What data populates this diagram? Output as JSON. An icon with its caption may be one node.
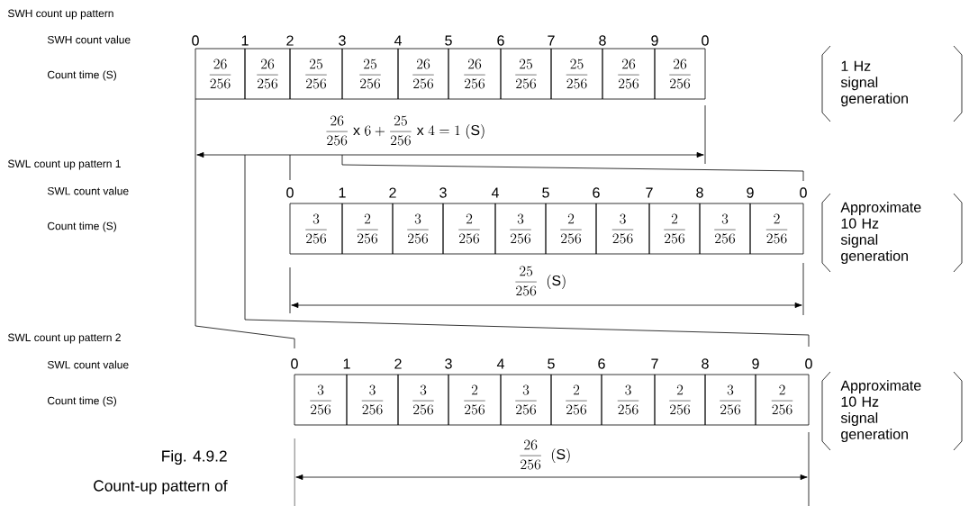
{
  "diagram": {
    "nodes": [
      {
        "text": [
          "\\frac{26}{256}"
        ]
      },
      {
        "text": [
          "\\frac{26}{256}"
        ]
      },
      {
        "text": [
          "\\frac{25}{256}"
        ]
      },
      {
        "text": [
          "\\frac{25}{256}"
        ]
      },
      {
        "text": [
          "\\frac{26}{256}"
        ]
      },
      {
        "text": [
          "\\frac{26}{256}"
        ]
      },
      {
        "text": [
          "\\frac{25}{256}"
        ]
      },
      {
        "text": [
          "\\frac{25}{256}"
        ]
      },
      {
        "text": [
          "\\frac{26}{256}"
        ]
      },
      {
        "text": [
          "\\frac{26}{256}"
        ]
      },
      {
        "text": [
          "1 Hz signal generation"
        ]
      },
      {
        "text": [
          "\\frac{3}{256}"
        ]
      },
      {
        "text": [
          "\\frac{2}{256}"
        ]
      },
      {
        "text": [
          "\\frac{3}{256}"
        ]
      },
      {
        "text": [
          "\\frac{2}{256}"
        ]
      },
      {
        "text": [
          "\\frac{3}{256}"
        ]
      },
      {
        "text": [
          "\\frac{2}{256}"
        ]
      },
      {
        "text": [
          "\\frac{3}{256}"
        ]
      },
      {
        "text": [
          "\\frac{2}{256}"
        ]
      },
      {
        "text": [
          "\\frac{3}{256}"
        ]
      },
      {
        "text": [
          "\\frac{2}{256}"
        ]
      },
      {
        "text": [
          "Approximate 10 Hz signal generation"
        ]
      },
      {
        "text": [
          "\\frac{3}{256}"
        ]
      },
      {
        "text": [
          "\\frac{3}{256}"
        ]
      },
      {
        "text": [
          "\\frac{3}{256}"
        ]
      },
      {
        "text": [
          "\\frac{2}{256}"
        ]
      },
      {
        "text": [
          "\\frac{3}{256}"
        ]
      },
      {
        "text": [
          "\\frac{2}{256}"
        ]
      },
      {
        "text": [
          "\\frac{3}{256}"
        ]
      },
      {
        "text": [
          "\\frac{2}{256}"
        ]
      },
      {
        "text": [
          "\\frac{3}{256}"
        ]
      },
      {
        "text": [
          "\\frac{2}{256}"
        ]
      },
      {
        "text": [
          "Approximate 10 Hz signal generation"
        ]
      }
    ],
    "labels": [
      "SWH count up pattern",
      "SWH count value",
      "0",
      "1",
      "2",
      "3",
      "4",
      "5",
      "6",
      "7",
      "8",
      "9",
      "0",
      "Count time (S)",
      "\\frac{26}{256}\\ \\mathrm{x}\\ 6 + \\frac{25}{256}\\ \\mathrm{x}\\ 4 = 1\\ \\mathrm{(S)}",
      "SWL count up pattern 1",
      "SWL count value",
      "0",
      "1",
      "2",
      "3",
      "4",
      "5",
      "6",
      "7",
      "8",
      "9",
      "0",
      "Count time (S)",
      "\\frac{25}{256}\\ \\ \\mathrm{(S)}",
      "SWL count up pattern 2",
      "SWL count value",
      "0",
      "1",
      "2",
      "3",
      "4",
      "5",
      "6",
      "7",
      "8",
      "9",
      "0",
      "Count time (S)",
      "\\frac{26}{256}\\ \\ \\mathrm{(S)}",
      "Fig. 4.9.2",
      "Count-up pattern of"
    ]
  }
}
